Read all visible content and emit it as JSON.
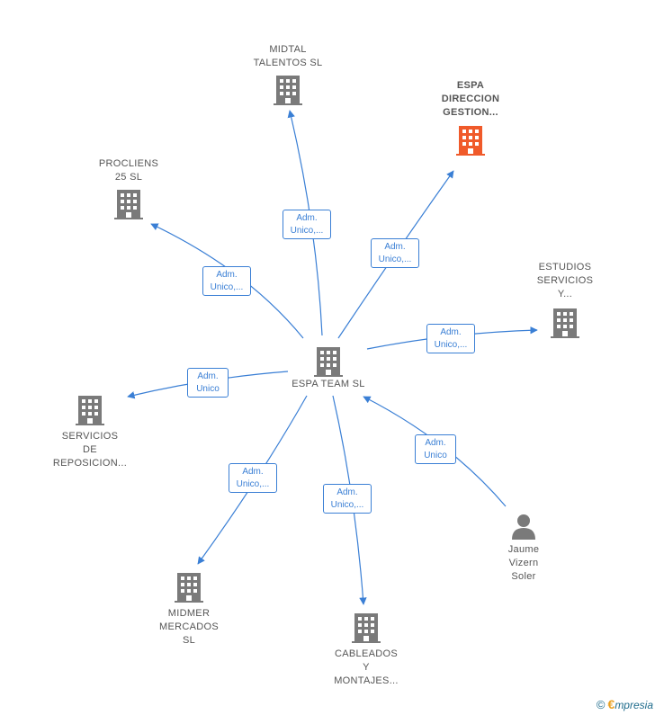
{
  "colors": {
    "edge": "#3a7fd5",
    "company_icon": "#7a7a7a",
    "focus_icon": "#f05a2a",
    "person_icon": "#7a7a7a",
    "label_text": "#555555"
  },
  "nodes": {
    "main": {
      "label": "ESPA TEAM  SL",
      "icon": "building-icon"
    },
    "midtal": {
      "label": "MIDTAL\nTALENTOS  SL",
      "icon": "building-icon"
    },
    "espa_dir": {
      "label": "ESPA\nDIRECCION\nGESTION...",
      "icon": "building-icon"
    },
    "procliens": {
      "label": "PROCLIENS\n25  SL",
      "icon": "building-icon"
    },
    "estudios": {
      "label": "ESTUDIOS\nSERVICIOS\nY...",
      "icon": "building-icon"
    },
    "servicios": {
      "label": "SERVICIOS\nDE\nREPOSICION...",
      "icon": "building-icon"
    },
    "jaume": {
      "label": "Jaume\nVizern\nSoler",
      "icon": "person-icon"
    },
    "midmer": {
      "label": "MIDMER\nMERCADOS\nSL",
      "icon": "building-icon"
    },
    "cableados": {
      "label": "CABLEADOS\nY\nMONTAJES...",
      "icon": "building-icon"
    }
  },
  "edges": {
    "to_midtal": "Adm.\nUnico,...",
    "to_espa_dir": "Adm.\nUnico,...",
    "to_procliens": "Adm.\nUnico,...",
    "to_estudios": "Adm.\nUnico,...",
    "to_servicios": "Adm.\nUnico",
    "from_jaume": "Adm.\nUnico",
    "to_midmer": "Adm.\nUnico,...",
    "to_cableados": "Adm.\nUnico,..."
  },
  "footer": {
    "copyright_symbol": "©",
    "brand_first": "€",
    "brand_rest": "mpresia"
  }
}
